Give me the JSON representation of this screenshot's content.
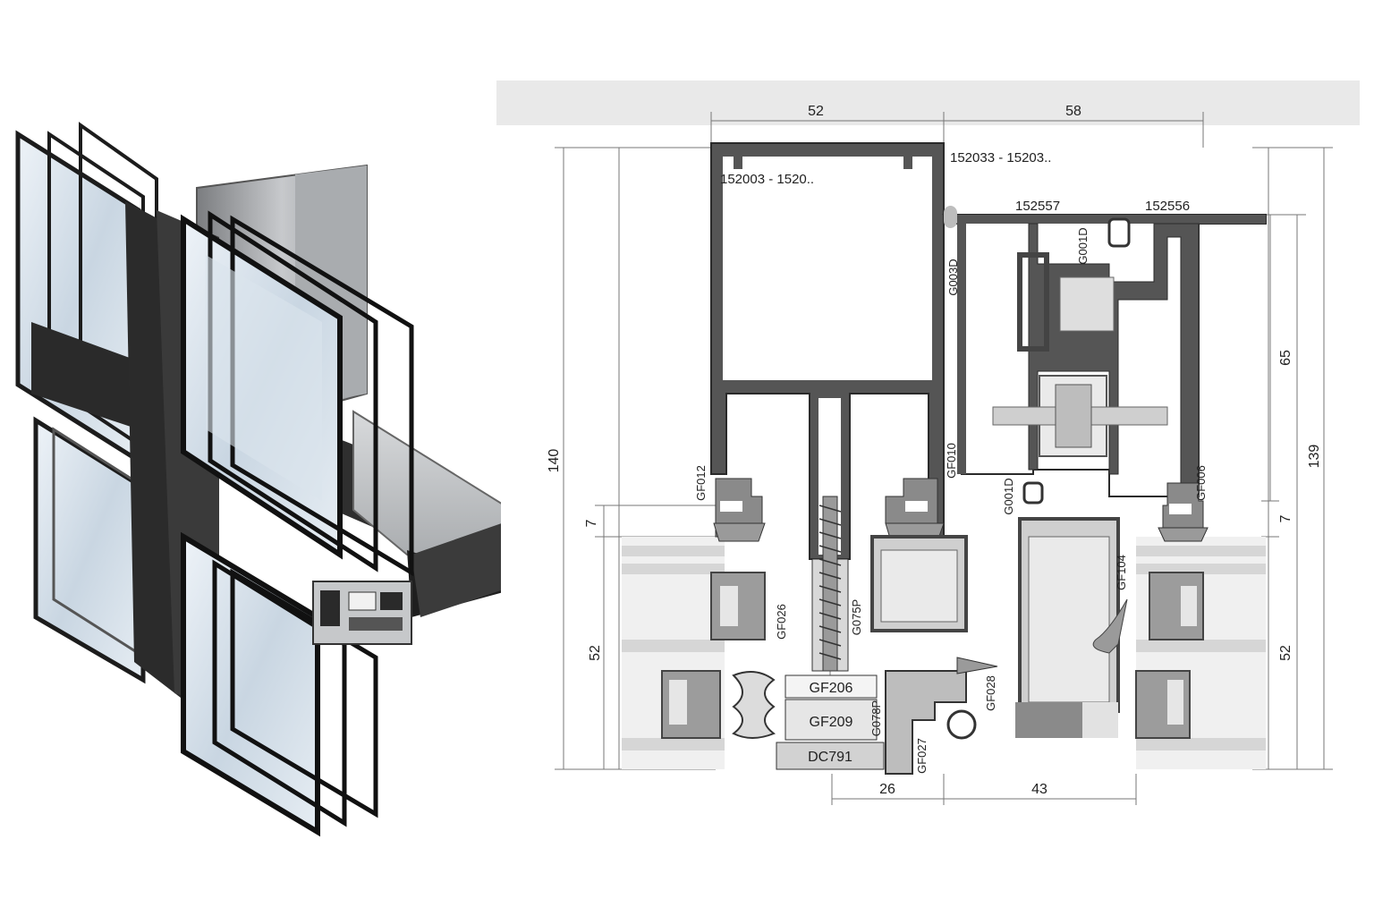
{
  "dimensions": {
    "top_left": "52",
    "top_right": "58",
    "left_total": "140",
    "left_small": "7",
    "left_glass": "52",
    "right_upper": "65",
    "right_total": "139",
    "right_small": "7",
    "right_glass": "52",
    "bottom_left": "26",
    "bottom_right": "43"
  },
  "profiles": {
    "mullion": "152003 - 1520..",
    "transom": "152033 - 15203..",
    "vent_left": "152557",
    "vent_right": "152556"
  },
  "gaskets": {
    "g003d": "G003D",
    "g001d_top": "G001D",
    "g001d_mid": "G001D",
    "gf012": "GF012",
    "gf010": "GF010",
    "gf006": "GF006",
    "gf026": "GF026",
    "gf075p": "G075P",
    "gf104": "GF104",
    "g078p": "G078P",
    "gf028": "GF028",
    "gf027": "GF027"
  },
  "parts": {
    "gf206": "GF206",
    "gf209": "GF209",
    "dc791": "DC791"
  },
  "colors": {
    "frame": "#3a3a3a",
    "profile_fill": "#5a5a5a",
    "glass_edge": "#cfcfcf",
    "gasket": "#9a9a9a",
    "dim_line": "#777777"
  }
}
